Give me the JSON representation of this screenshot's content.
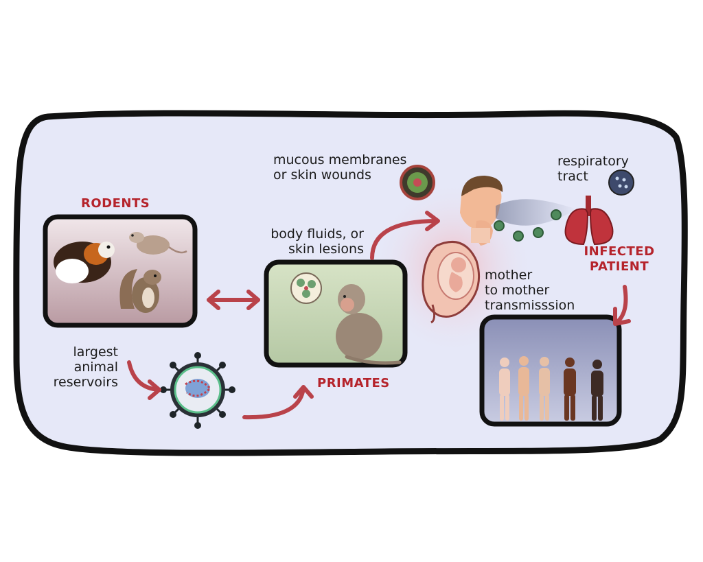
{
  "colors": {
    "panel_fill": "#e6e8f8",
    "panel_stroke": "#111111",
    "arrow": "#b9424a",
    "label_red": "#b5232b"
  },
  "labels": {
    "rodents": "RODENTS",
    "primates": "PRIMATES",
    "infected_line1": "INFECTED",
    "infected_line2": "PATIENT",
    "reservoirs": [
      "largest",
      "animal",
      "reservoirs"
    ],
    "fluids": [
      "body fluids, or",
      "skin lesions"
    ],
    "mucous": [
      "mucous membranes",
      "or skin wounds"
    ],
    "respiratory": [
      "respiratory",
      "tract"
    ],
    "mother": [
      "mother",
      "to mother",
      "transmisssion"
    ]
  },
  "icons": {
    "rodents_photo": "rodents-photo",
    "primate_photo": "monkey-photo",
    "people_photo": "human-figures-photo",
    "virus": "virus-icon",
    "virus_cells": "infected-cells-icon",
    "skin_wound": "skin-wound-icon",
    "respiratory_cell": "respiratory-cell-icon",
    "coughing_man": "coughing-man-icon",
    "lungs": "lungs-icon",
    "fetus": "fetus-in-womb-icon"
  }
}
